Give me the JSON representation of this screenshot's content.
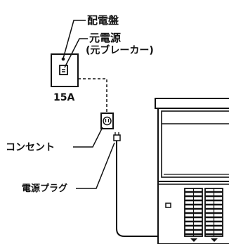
{
  "labels": {
    "distribution_board": "配電盤",
    "main_power_line1": "元電源",
    "main_power_line2": "(元ブレーカー)",
    "rating": "15A",
    "outlet": "コンセント",
    "power_plug": "電源プラグ"
  },
  "colors": {
    "ink": "#111111",
    "background": "#ffffff"
  }
}
